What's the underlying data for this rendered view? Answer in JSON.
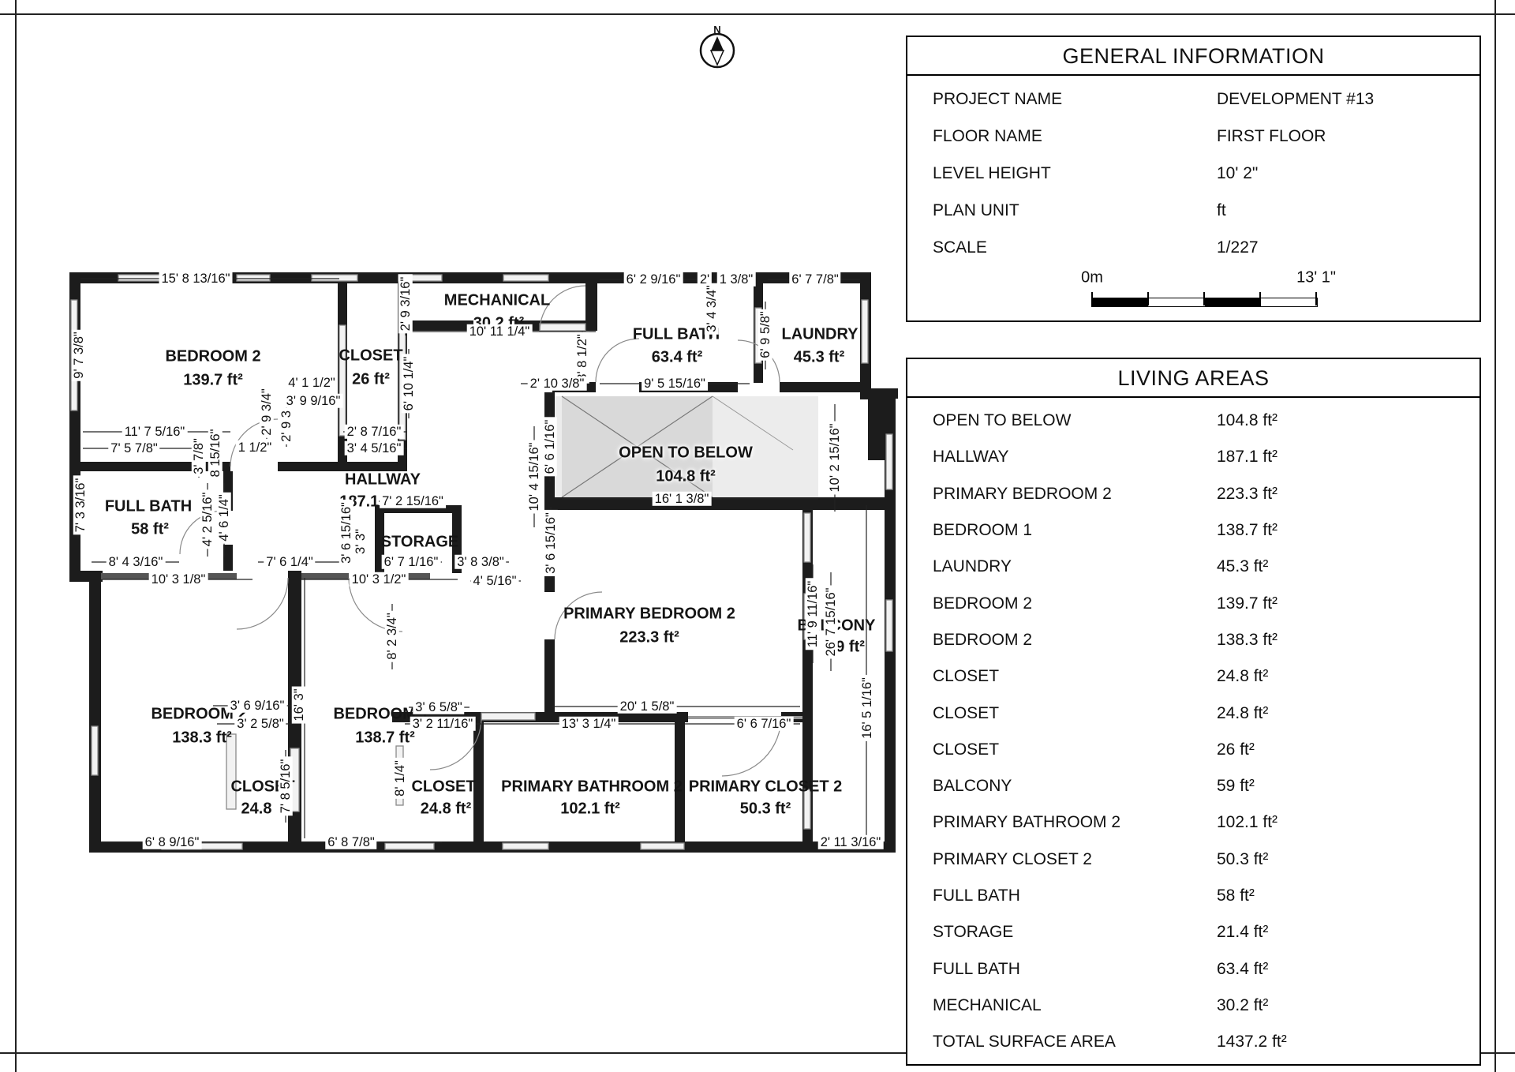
{
  "general_info": {
    "title": "GENERAL INFORMATION",
    "rows": [
      {
        "label": "PROJECT NAME",
        "value": "DEVELOPMENT #13"
      },
      {
        "label": "FLOOR NAME",
        "value": "FIRST FLOOR"
      },
      {
        "label": "LEVEL HEIGHT",
        "value": "10' 2\""
      },
      {
        "label": "PLAN UNIT",
        "value": "ft"
      },
      {
        "label": "SCALE",
        "value": "1/227"
      }
    ],
    "scale_bar": {
      "start_label": "0m",
      "end_label": "13' 1\""
    }
  },
  "living_areas": {
    "title": "LIVING AREAS",
    "rows": [
      {
        "name": "OPEN TO BELOW",
        "area": "104.8 ft²"
      },
      {
        "name": "HALLWAY",
        "area": "187.1 ft²"
      },
      {
        "name": "PRIMARY BEDROOM 2",
        "area": "223.3 ft²"
      },
      {
        "name": "BEDROOM 1",
        "area": "138.7 ft²"
      },
      {
        "name": "LAUNDRY",
        "area": "45.3 ft²"
      },
      {
        "name": "BEDROOM 2",
        "area": "139.7 ft²"
      },
      {
        "name": "BEDROOM 2",
        "area": "138.3 ft²"
      },
      {
        "name": "CLOSET",
        "area": "24.8 ft²"
      },
      {
        "name": "CLOSET",
        "area": "24.8 ft²"
      },
      {
        "name": "CLOSET",
        "area": "26 ft²"
      },
      {
        "name": "BALCONY",
        "area": "59 ft²"
      },
      {
        "name": "PRIMARY BATHROOM 2",
        "area": "102.1 ft²"
      },
      {
        "name": "PRIMARY CLOSET 2",
        "area": "50.3 ft²"
      },
      {
        "name": "FULL BATH",
        "area": "58 ft²"
      },
      {
        "name": "STORAGE",
        "area": "21.4 ft²"
      },
      {
        "name": "FULL BATH",
        "area": "63.4 ft²"
      },
      {
        "name": "MECHANICAL",
        "area": "30.2 ft²"
      },
      {
        "name": "TOTAL SURFACE AREA",
        "area": "1437.2 ft²"
      }
    ]
  },
  "compass": {
    "north_label": "N"
  },
  "plan": {
    "rooms": [
      {
        "name": "BEDROOM 2",
        "area": "139.7 ft²"
      },
      {
        "name": "CLOSET",
        "area": "26 ft²"
      },
      {
        "name": "MECHANICAL",
        "area": "30.2 ft²"
      },
      {
        "name": "FULL BATH",
        "area": "63.4 ft²"
      },
      {
        "name": "LAUNDRY",
        "area": "45.3 ft²"
      },
      {
        "name": "OPEN TO BELOW",
        "area": "104.8 ft²"
      },
      {
        "name": "FULL BATH",
        "area": "58 ft²"
      },
      {
        "name": "HALLWAY",
        "area": "187.1 ft²"
      },
      {
        "name": "STORAGE",
        "area": ""
      },
      {
        "name": "PRIMARY BEDROOM 2",
        "area": "223.3 ft²"
      },
      {
        "name": "BALCONY",
        "area": "59 ft²"
      },
      {
        "name": "BEDROOM 2",
        "area": "138.3 ft²"
      },
      {
        "name": "BEDROOM 1",
        "area": "138.7 ft²"
      },
      {
        "name": "CLOSET",
        "area": "24.8"
      },
      {
        "name": "CLOSET",
        "area": "24.8 ft²"
      },
      {
        "name": "PRIMARY BATHROOM 2",
        "area": "102.1 ft²"
      },
      {
        "name": "PRIMARY CLOSET 2",
        "area": "50.3 ft²"
      }
    ],
    "dims": [
      "15' 8 13/16\"",
      "6' 2 9/16\"",
      "2'",
      "1 3/8\"",
      "6' 7 7/8\"",
      "2' 9 3/16\"",
      "3' 4 3/4\"",
      "6' 9 5/8\"",
      "9' 7 3/8\"",
      "10' 11 1/4\"",
      "3' 8 1/2\"",
      "2' 10 3/8\"",
      "9' 5 15/16\"",
      "6' 10 1/4\"",
      "4' 1 1/2\"",
      "3' 9 9/16\"",
      "2' 9 3/4\"",
      "2' 9 3",
      "11' 7 5/16\"",
      "7' 5 7/8\"",
      "1 1/2\"",
      "3' 7/8\"",
      "8 15/16\"",
      "2' 8 7/16\"",
      "3' 4 5/16\"",
      "7' 2 15/16\"",
      "3' 6 15/16\"",
      "3' 3\"",
      "6' 7 1/16\"",
      "10' 3 1/2\"",
      "8' 4 3/16\"",
      "10' 3 1/8\"",
      "7' 6 1/4\"",
      "3' 8 3/8\"",
      "4' 5/16\"",
      "4' 2 5/16\"",
      "4' 6 1/4\"",
      "7' 3 3/16\"",
      "10' 4 15/16\"",
      "6' 6 1/16\"",
      "16' 1 3/8\"",
      "3' 6 15/16\"",
      "8' 2 3/4\"",
      "10' 2 15/16\"",
      "11' 9 11/16\"",
      "26' 7 15/16\"",
      "16' 5 1/16\"",
      "20' 1 5/8\"",
      "13' 3 1/4\"",
      "6' 6 7/16\"",
      "3' 6 5/8\"",
      "3' 2 11/16\"",
      "3' 6 9/16\"",
      "3' 2 5/8\"",
      "16' 3\"",
      "7' 8 5/16\"",
      "8' 1/4\"",
      "6' 8 9/16\"",
      "6' 8 7/8\"",
      "2' 11 3/16\""
    ]
  }
}
